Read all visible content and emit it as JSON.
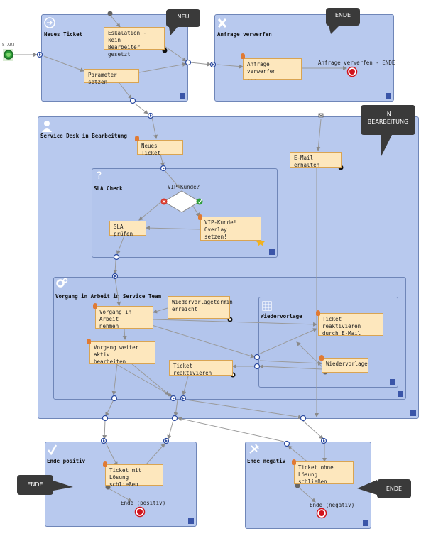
{
  "start_label": "START",
  "lanes": {
    "new_ticket": "Neues Ticket",
    "reject": "Anfrage verwerfen",
    "service_desk": "Service Desk in Bearbeitung",
    "sla": "SLA Check",
    "in_progress": "Vorgang in Arbeit im Service Team",
    "resubmission": "Wiedervorlage",
    "end_positive": "Ende positiv",
    "end_negative": "Ende negativ"
  },
  "tasks": {
    "escalation": [
      "Eskalation - kein",
      "Bearbeiter gesetzt"
    ],
    "set_params": "Parameter setzen",
    "reject_request": [
      "Anfrage verwerfen",
      "..."
    ],
    "new_ticket": "Neues Ticket",
    "email_received": "E-Mail erhalten",
    "sla_check": "SLA prüfen",
    "vip_overlay": [
      "VIP-Kunde! Overlay",
      "setzen!"
    ],
    "take_work": [
      "Vorgang in Arbeit",
      "nehmen"
    ],
    "resub_reached": [
      "Wiedervorlagetermin",
      "erreicht"
    ],
    "reactivate_email": [
      "Ticket reaktivieren",
      "durch E-Mail"
    ],
    "keep_active": [
      "Vorgang weiter aktiv",
      "bearbeiten"
    ],
    "reactivate": "Ticket reaktivieren",
    "resubmission": "Wiedervorlage",
    "close_solved": [
      "Ticket mit Lösung",
      "schließen"
    ],
    "close_unsolved": [
      "Ticket ohne Lösung",
      "schließen"
    ]
  },
  "labels": {
    "vip_question": "VIP-Kunde?",
    "reject_end": "Anfrage verwerfen - ENDE",
    "end_positive": "Ende (positiv)",
    "end_negative": "Ende (negativ)"
  },
  "callouts": {
    "new": "NEU",
    "end_top": "ENDE",
    "in_progress": [
      "IN",
      "BEARBEITUNG"
    ],
    "end_left": "ENDE",
    "end_right": "ENDE"
  },
  "colors": {
    "lane_fill": "#b8c9ee",
    "task_fill": "#fde7bd",
    "start_event": "#2e9e3a",
    "end_event": "#d0121b",
    "callout": "#3a3a3a"
  }
}
